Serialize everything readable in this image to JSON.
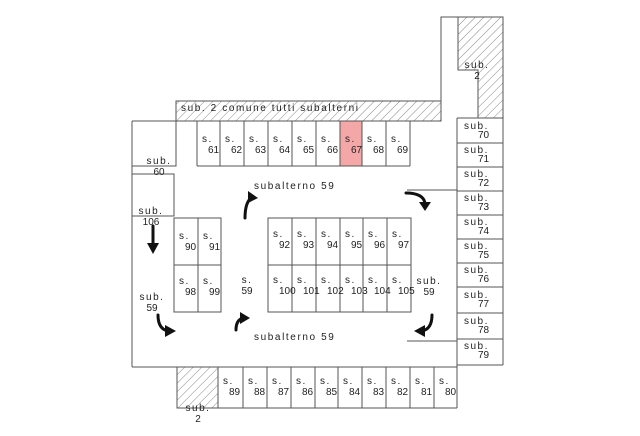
{
  "common_area_label": "sub. 2 comune tutti subalterni",
  "corner_top_right": {
    "line1": "sub.",
    "line2": "2"
  },
  "corner_bottom_left": {
    "line1": "sub.",
    "line2": "2"
  },
  "corridor_top_label": "subalterno 59",
  "corridor_bottom_label": "subalterno 59",
  "left_corridor": {
    "line1": "sub.",
    "line2": "59"
  },
  "inner_left_corridor": {
    "line1": "s.",
    "line2": "59"
  },
  "right_corridor": {
    "line1": "sub.",
    "line2": "59"
  },
  "sub60": {
    "line1": "sub.",
    "line2": "60"
  },
  "sub106": {
    "line1": "sub.",
    "line2": "106"
  },
  "top_row": [
    {
      "line1": "s.",
      "line2": "61"
    },
    {
      "line1": "s.",
      "line2": "62"
    },
    {
      "line1": "s.",
      "line2": "63"
    },
    {
      "line1": "s.",
      "line2": "64"
    },
    {
      "line1": "s.",
      "line2": "65"
    },
    {
      "line1": "s.",
      "line2": "66"
    },
    {
      "line1": "s.",
      "line2": "67"
    },
    {
      "line1": "s.",
      "line2": "68"
    },
    {
      "line1": "s.",
      "line2": "69"
    }
  ],
  "highlighted_unit": "67",
  "highlight_color": "#f4a7a7",
  "right_column": [
    {
      "line1": "sub.",
      "line2": "70"
    },
    {
      "line1": "sub.",
      "line2": "71"
    },
    {
      "line1": "sub.",
      "line2": "72"
    },
    {
      "line1": "sub.",
      "line2": "73"
    },
    {
      "line1": "sub.",
      "line2": "74"
    },
    {
      "line1": "sub.",
      "line2": "75"
    },
    {
      "line1": "sub.",
      "line2": "76"
    },
    {
      "line1": "sub.",
      "line2": "77"
    },
    {
      "line1": "sub.",
      "line2": "78"
    },
    {
      "line1": "sub.",
      "line2": "79"
    }
  ],
  "bottom_row": [
    {
      "line1": "s.",
      "line2": "89"
    },
    {
      "line1": "s.",
      "line2": "88"
    },
    {
      "line1": "s.",
      "line2": "87"
    },
    {
      "line1": "s.",
      "line2": "86"
    },
    {
      "line1": "s.",
      "line2": "85"
    },
    {
      "line1": "s.",
      "line2": "84"
    },
    {
      "line1": "s.",
      "line2": "83"
    },
    {
      "line1": "s.",
      "line2": "82"
    },
    {
      "line1": "s.",
      "line2": "81"
    },
    {
      "line1": "s.",
      "line2": "80"
    }
  ],
  "left_island": [
    {
      "line1": "s.",
      "line2": "90"
    },
    {
      "line1": "s.",
      "line2": "91"
    },
    {
      "line1": "s.",
      "line2": "98"
    },
    {
      "line1": "s.",
      "line2": "99"
    }
  ],
  "center_top": [
    {
      "line1": "s.",
      "line2": "92"
    },
    {
      "line1": "s.",
      "line2": "93"
    },
    {
      "line1": "s.",
      "line2": "94"
    },
    {
      "line1": "s.",
      "line2": "95"
    },
    {
      "line1": "s.",
      "line2": "96"
    },
    {
      "line1": "s.",
      "line2": "97"
    }
  ],
  "center_bottom": [
    {
      "line1": "s.",
      "line2": "100"
    },
    {
      "line1": "s.",
      "line2": "101"
    },
    {
      "line1": "s.",
      "line2": "102"
    },
    {
      "line1": "s.",
      "line2": "103"
    },
    {
      "line1": "s.",
      "line2": "104"
    },
    {
      "line1": "s.",
      "line2": "105"
    }
  ],
  "arrows": [
    "curved-arrow-up-right",
    "curved-arrow-down-right",
    "straight-arrow-down",
    "curved-arrow-down-right",
    "curved-arrow-up-right",
    "curved-arrow-down-left"
  ]
}
